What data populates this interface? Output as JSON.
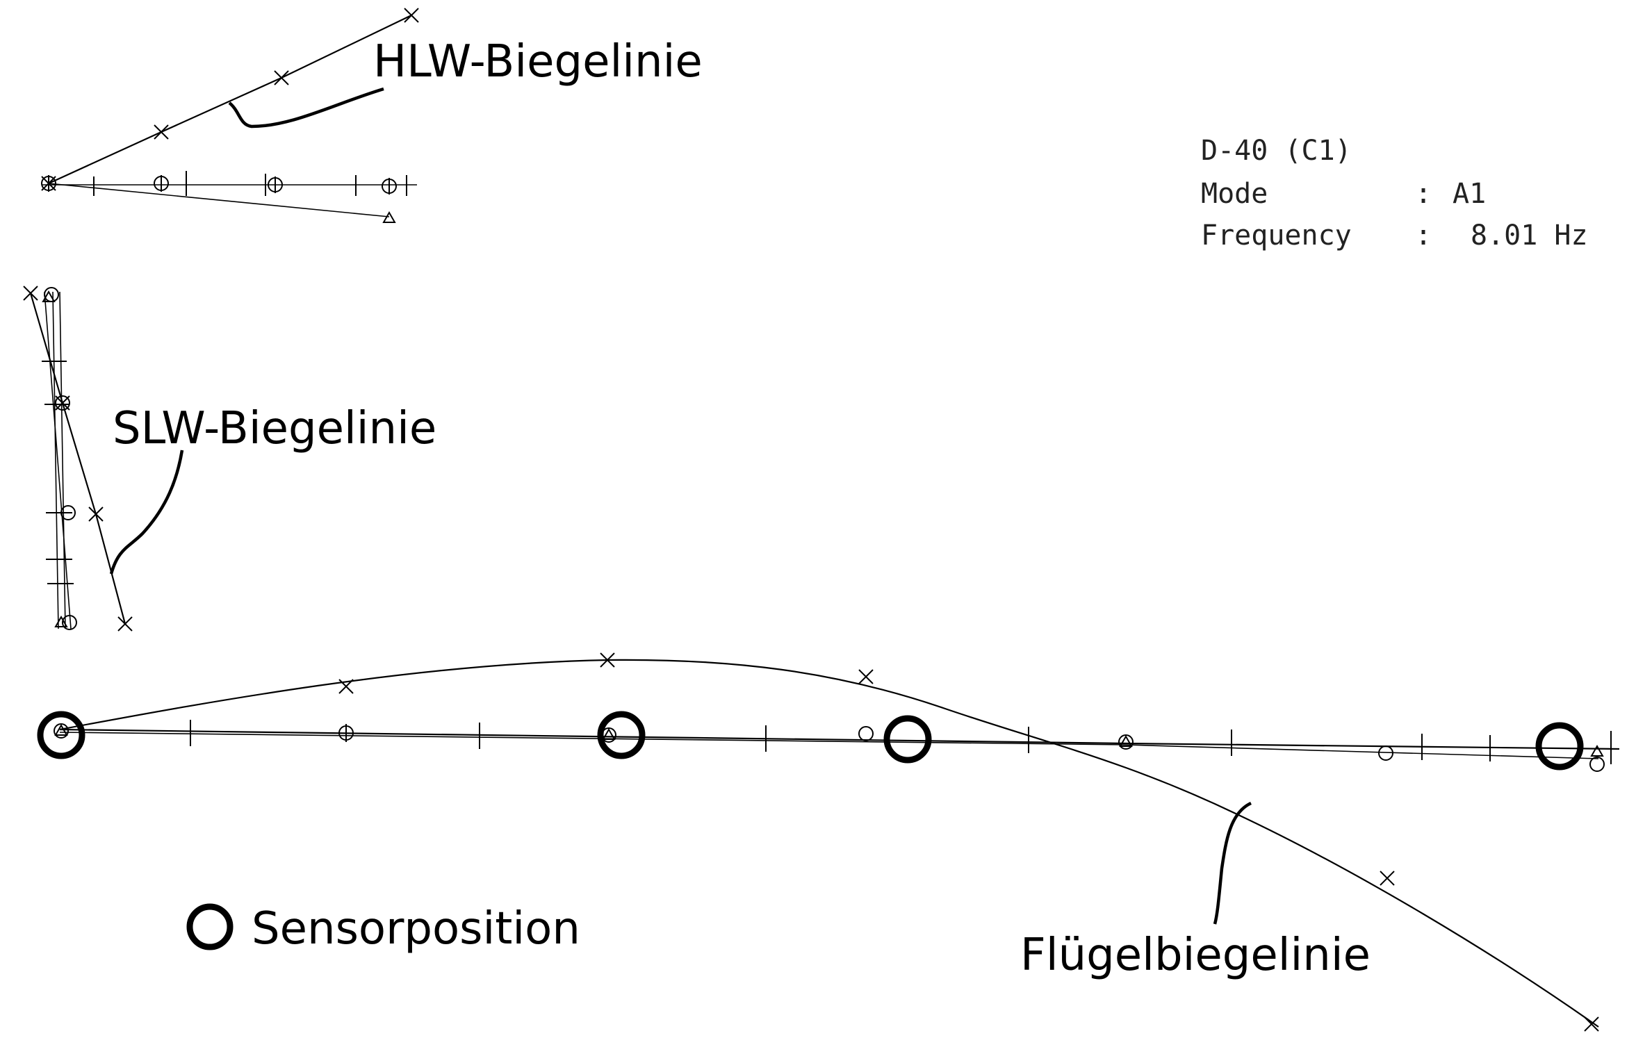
{
  "labels": {
    "hlw": "HLW-Biegelinie",
    "slw": "SLW-Biegelinie",
    "wing": "Flügelbiegelinie",
    "sensor": "Sensorposition"
  },
  "info": {
    "model": "D-40 (C1)",
    "mode_label": "Mode",
    "mode_sep": ":",
    "mode_value": "A1",
    "freq_label": "Frequency",
    "freq_sep": ":",
    "freq_value": "8.01 Hz"
  }
}
